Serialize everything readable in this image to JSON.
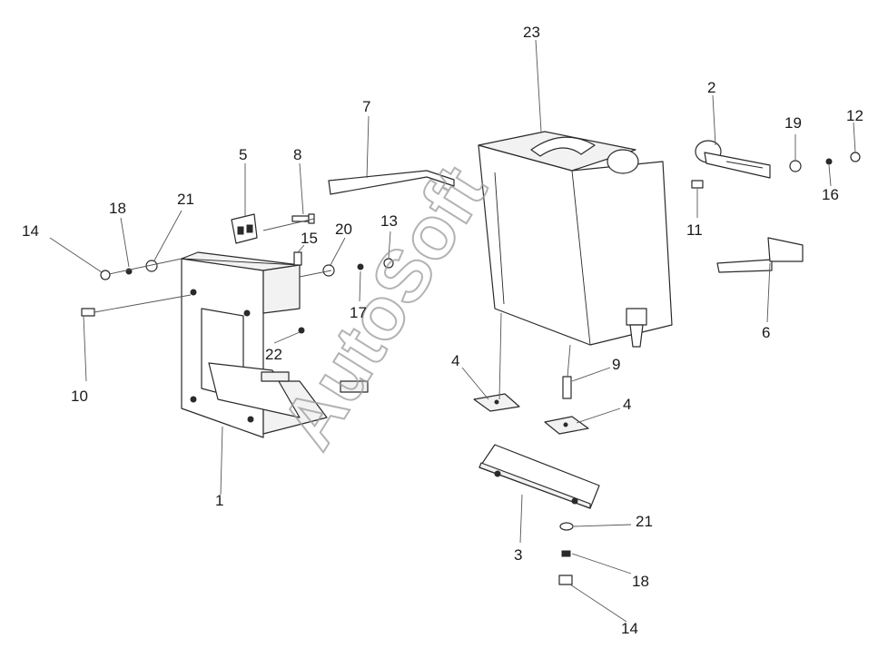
{
  "watermark": "AutoSoft",
  "callouts": {
    "c1": "1",
    "c2": "2",
    "c3": "3",
    "c4a": "4",
    "c4b": "4",
    "c5": "5",
    "c6": "6",
    "c7": "7",
    "c8": "8",
    "c9": "9",
    "c10": "10",
    "c11": "11",
    "c12": "12",
    "c13": "13",
    "c14a": "14",
    "c14b": "14",
    "c15": "15",
    "c16": "16",
    "c17": "17",
    "c18a": "18",
    "c18b": "18",
    "c19": "19",
    "c20": "20",
    "c21a": "21",
    "c21b": "21",
    "c22": "22",
    "c23": "23"
  }
}
